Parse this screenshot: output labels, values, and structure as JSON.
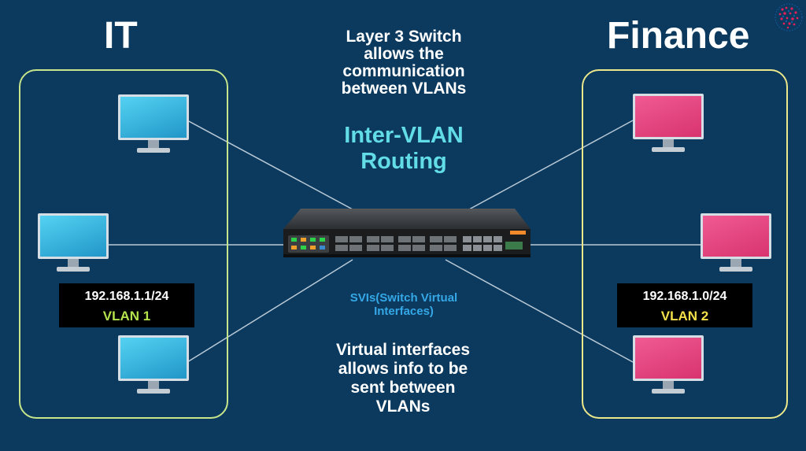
{
  "groups": {
    "it": {
      "title": "IT",
      "ip": "192.168.1.1/24",
      "vlan": "VLAN 1",
      "monitor_color": "#2ea8d8",
      "vlan_color": "#b4e24c"
    },
    "finance": {
      "title": "Finance",
      "ip": "192.168.1.0/24",
      "vlan": "VLAN 2",
      "monitor_color": "#e03c78",
      "vlan_color": "#f2e04a"
    }
  },
  "center": {
    "description_top": [
      "Layer 3 Switch",
      "allows the",
      "communication",
      "between VLANs"
    ],
    "routing_title": [
      "Inter-VLAN",
      "Routing"
    ],
    "svi_label": [
      "SVIs(Switch Virtual",
      "Interfaces)"
    ],
    "description_bottom": [
      "Virtual interfaces",
      "allows info to be",
      "sent between",
      "VLANs"
    ]
  },
  "colors": {
    "background": "#0b3a5e",
    "it_box": "#c7e58a",
    "finance_box": "#ece78a",
    "routing_title": "#62dde6",
    "svi_label": "#35a7e6"
  },
  "icons": {
    "pc": "monitor-icon",
    "switch": "layer3-switch-icon",
    "logo": "dotted-globe-logo"
  }
}
